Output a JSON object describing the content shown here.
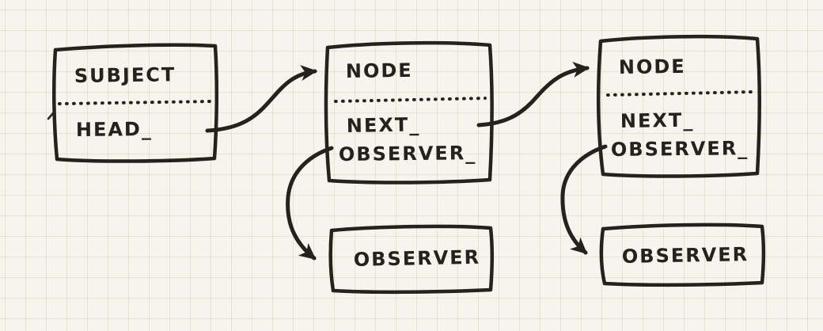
{
  "diagram": {
    "kind": "hand-drawn observer-pattern linked list sketch",
    "colors": {
      "ink": "#25211b",
      "paper": "#f7f4ee",
      "grid_line": "#d9d4c6"
    },
    "boxes": {
      "subject": {
        "title": "SUBJECT",
        "field_head": "HEAD_"
      },
      "node_1": {
        "title": "NODE",
        "field_next": "NEXT_",
        "field_observer": "OBSERVER_"
      },
      "node_2": {
        "title": "NODE",
        "field_next": "NEXT_",
        "field_observer": "OBSERVER_"
      },
      "observer_1": {
        "label": "OBSERVER"
      },
      "observer_2": {
        "label": "OBSERVER"
      }
    },
    "edges": [
      {
        "from": "subject.HEAD_",
        "to": "node_1"
      },
      {
        "from": "node_1.NEXT_",
        "to": "node_2"
      },
      {
        "from": "node_1.OBSERVER_",
        "to": "observer_1"
      },
      {
        "from": "node_2.OBSERVER_",
        "to": "observer_2"
      }
    ]
  }
}
